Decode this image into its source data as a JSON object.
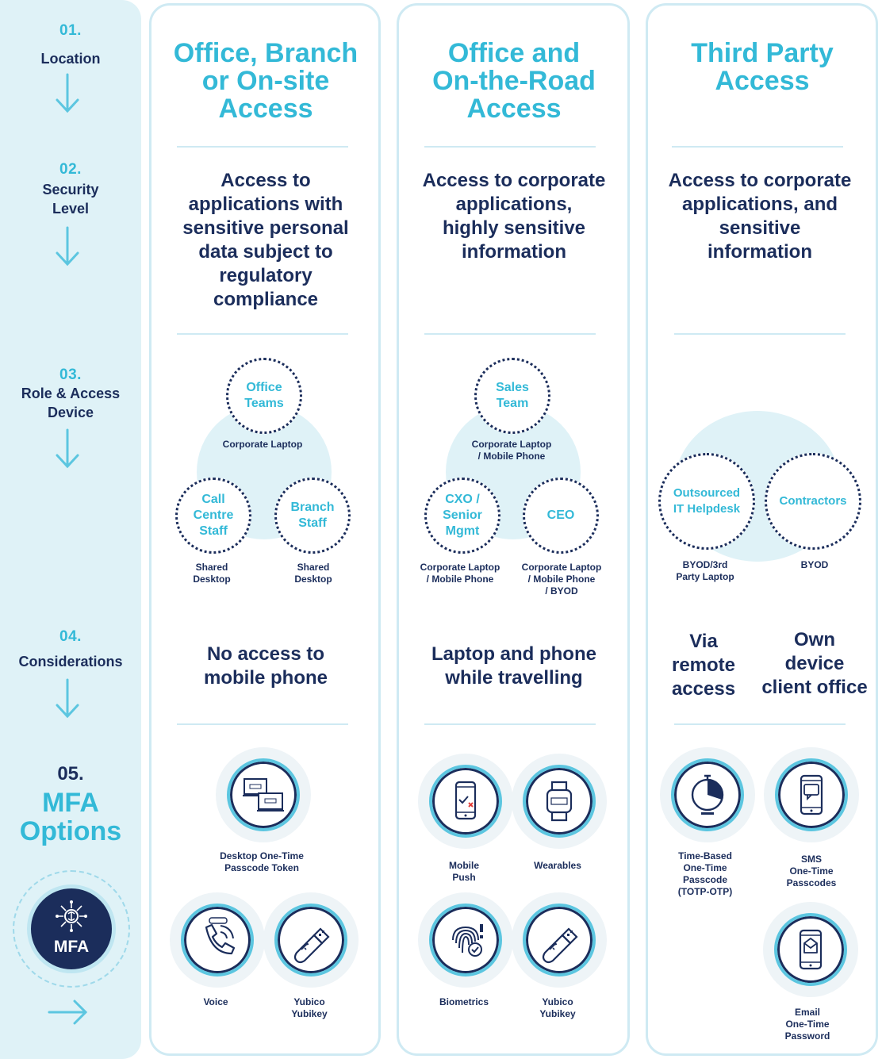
{
  "steps": {
    "s1": {
      "num": "01.",
      "label": "Location"
    },
    "s2": {
      "num": "02.",
      "label_1": "Security",
      "label_2": "Level"
    },
    "s3": {
      "num": "03.",
      "label_1": "Role & Access",
      "label_2": "Device"
    },
    "s4": {
      "num": "04.",
      "label": "Considerations"
    },
    "s5": {
      "num": "05.",
      "title_1": "MFA",
      "title_2": "Options",
      "badge": "MFA"
    }
  },
  "columns": [
    {
      "title": [
        "Office, Branch",
        "or On-site",
        "Access"
      ],
      "security": [
        "Access to",
        "applications with",
        "sensitive personal",
        "data subject to",
        "regulatory",
        "compliance"
      ],
      "roles": [
        {
          "name": [
            "Office",
            "Teams"
          ],
          "device": [
            "Corporate Laptop"
          ]
        },
        {
          "name": [
            "Call",
            "Centre",
            "Staff"
          ],
          "device": [
            "Shared",
            "Desktop"
          ]
        },
        {
          "name": [
            "Branch",
            "Staff"
          ],
          "device": [
            "Shared",
            "Desktop"
          ]
        }
      ],
      "consideration": [
        "No access to",
        "mobile phone"
      ],
      "options": [
        {
          "icon": "desktop-token-icon",
          "label": [
            "Desktop One-Time",
            "Passcode Token"
          ]
        },
        {
          "icon": "voice-call-icon",
          "label": [
            "Voice"
          ]
        },
        {
          "icon": "usb-key-icon",
          "label": [
            "Yubico",
            "Yubikey"
          ]
        }
      ]
    },
    {
      "title": [
        "Office and",
        "On-the-Road",
        "Access"
      ],
      "security": [
        "Access to corporate",
        "applications,",
        "highly sensitive",
        "information"
      ],
      "roles": [
        {
          "name": [
            "Sales",
            "Team"
          ],
          "device": [
            "Corporate Laptop",
            "/ Mobile Phone"
          ]
        },
        {
          "name": [
            "CXO /",
            "Senior",
            "Mgmt"
          ],
          "device": [
            "Corporate Laptop",
            "/ Mobile Phone"
          ]
        },
        {
          "name": [
            "CEO"
          ],
          "device": [
            "Corporate Laptop",
            "/ Mobile Phone",
            "/ BYOD"
          ]
        }
      ],
      "consideration": [
        "Laptop and phone",
        "while travelling"
      ],
      "options": [
        {
          "icon": "mobile-push-icon",
          "label": [
            "Mobile",
            "Push"
          ]
        },
        {
          "icon": "smartwatch-icon",
          "label": [
            "Wearables"
          ]
        },
        {
          "icon": "fingerprint-icon",
          "label": [
            "Biometrics"
          ]
        },
        {
          "icon": "usb-key-icon",
          "label": [
            "Yubico",
            "Yubikey"
          ]
        }
      ]
    },
    {
      "title": [
        "Third Party",
        "Access"
      ],
      "security": [
        "Access to corporate",
        "applications, and",
        "sensitive",
        "information"
      ],
      "roles": [
        {
          "name": [
            "Outsourced",
            "IT Helpdesk"
          ],
          "device": [
            "BYOD/3rd",
            "Party Laptop"
          ]
        },
        {
          "name": [
            "Contractors"
          ],
          "device": [
            "BYOD"
          ]
        }
      ],
      "consideration_a": [
        "Via",
        "remote",
        "access"
      ],
      "consideration_b": [
        "Own",
        "device",
        "client office"
      ],
      "options": [
        {
          "icon": "timer-icon",
          "label": [
            "Time-Based",
            "One-Time",
            "Passcode",
            "(TOTP-OTP)"
          ]
        },
        {
          "icon": "sms-phone-icon",
          "label": [
            "SMS",
            "One-Time",
            "Passcodes"
          ]
        },
        {
          "icon": "email-phone-icon",
          "label": [
            "Email",
            "One-Time",
            "Password"
          ]
        }
      ]
    }
  ],
  "colors": {
    "accent": "#33b9d7",
    "navy": "#1b2d5b",
    "pale": "#dff2f7",
    "border": "#cfeaf3"
  }
}
